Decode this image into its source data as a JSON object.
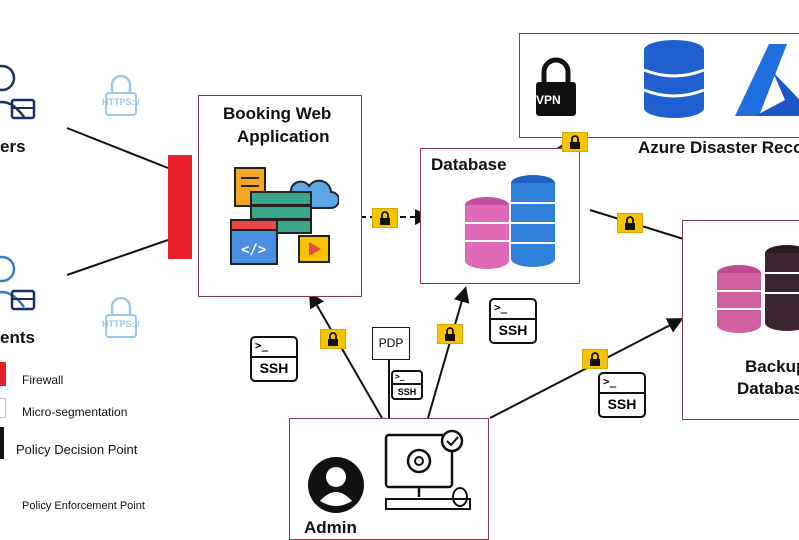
{
  "labels": {
    "users_partial": "ers",
    "agents_partial": "ents",
    "booking_line1": "Booking Web",
    "booking_line2": "Application",
    "database": "Database",
    "azure": "Azure Disaster Reco",
    "backup_line1": "Backup",
    "backup_line2": "Databas",
    "admin": "Admin",
    "pdp": "PDP",
    "vpn": "VPN",
    "https": "HTTPS://",
    "ssh": "SSH"
  },
  "legend": {
    "firewall": "Firewall",
    "microseg": "Micro-segmentation",
    "pdp": "Policy Decision Point",
    "pep": "Policy Enforcement Point"
  },
  "colors": {
    "firewall": "#e8202a",
    "box_border": "#8a3a4a",
    "lock": "#f6c400",
    "db_pink": "#e06ab8",
    "db_blue": "#2f7fd8",
    "azure_blue": "#1f5fcf"
  }
}
